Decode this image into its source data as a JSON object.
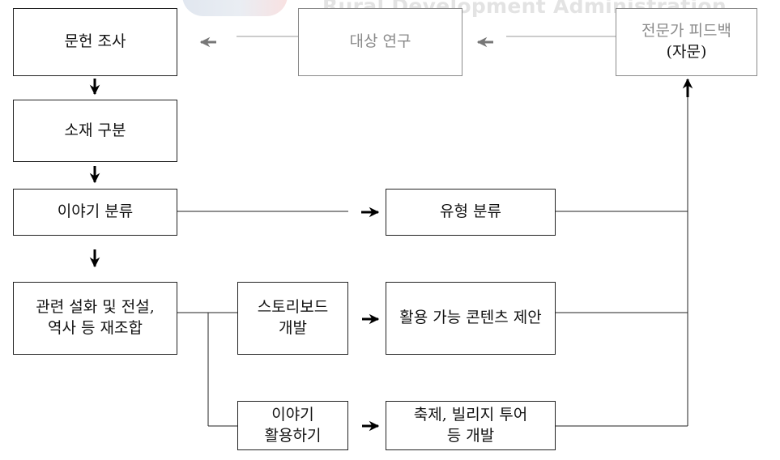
{
  "watermark": {
    "text": "Rural Development Administration"
  },
  "boxes": {
    "literature": "문헌 조사",
    "material": "소재 구분",
    "story_class": "이야기 분류",
    "recombine_1": "관련 설화 및 전설,",
    "recombine_2": "역사 등 재조합",
    "target": "대상 연구",
    "expert_1": "전문가 피드백",
    "expert_2": "(자문)",
    "type_class": "유형 분류",
    "storyboard_1": "스토리보드",
    "storyboard_2": "개발",
    "content": "활용 가능 콘텐츠 제안",
    "use_story_1": "이야기",
    "use_story_2": "활용하기",
    "festival_1": "축제, 빌리지 투어",
    "festival_2": "등 개발"
  },
  "colors": {
    "line": "#222222",
    "faded": "#8a8a8a"
  }
}
